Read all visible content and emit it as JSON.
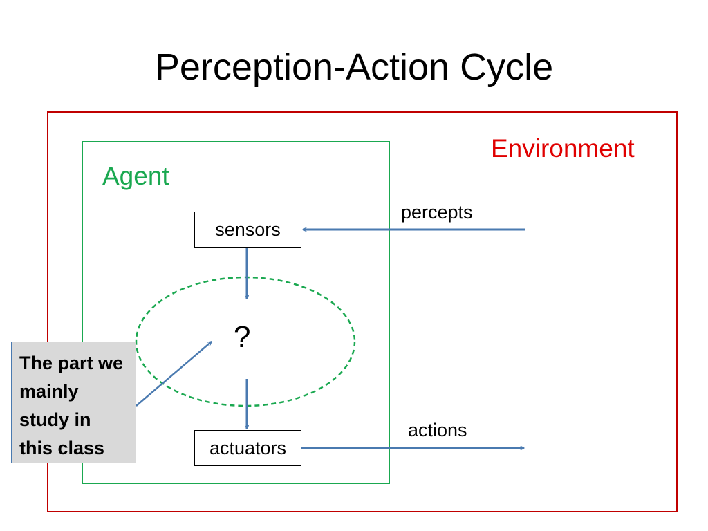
{
  "slide": {
    "title": "Perception-Action Cycle"
  },
  "diagram": {
    "environment_label": "Environment",
    "agent_label": "Agent",
    "sensors_label": "sensors",
    "actuators_label": "actuators",
    "percepts_label": "percepts",
    "actions_label": "actions",
    "unknown_label": "?",
    "callout_text": "The part we mainly study in this class"
  },
  "colors": {
    "environment": "#c00000",
    "agent": "#1aa850",
    "arrows": "#4a7ab0",
    "callout_fill": "#d9d9d9"
  }
}
